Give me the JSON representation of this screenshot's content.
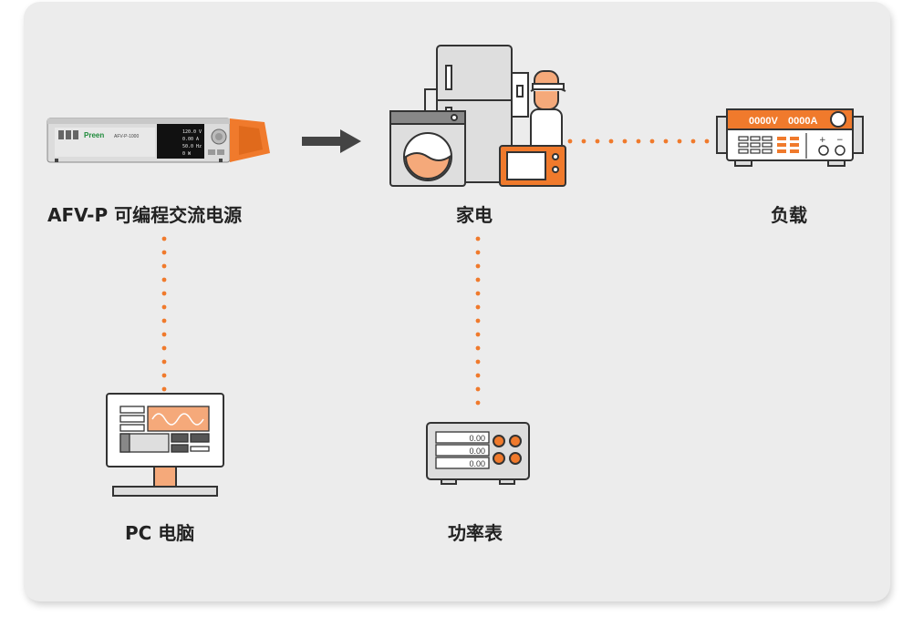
{
  "nodes": {
    "source": {
      "label": "AFV-P 可编程交流电源",
      "brand": "Preen",
      "model": "AFV-P-1000",
      "screen": [
        "120.0 V",
        "0.00 A",
        "50.0 Hz",
        "0 W"
      ]
    },
    "appliances": {
      "label": "家电"
    },
    "load": {
      "label": "负载",
      "display": [
        "0000V",
        "0000A"
      ]
    },
    "pc": {
      "label": "PC 电脑"
    },
    "power_meter": {
      "label": "功率表",
      "readings": [
        "0.00",
        "0.00",
        "0.00"
      ]
    }
  },
  "colors": {
    "accent": "#f07a2c",
    "peach": "#f5a97a",
    "outline": "#333333",
    "panel": "#ececec"
  }
}
